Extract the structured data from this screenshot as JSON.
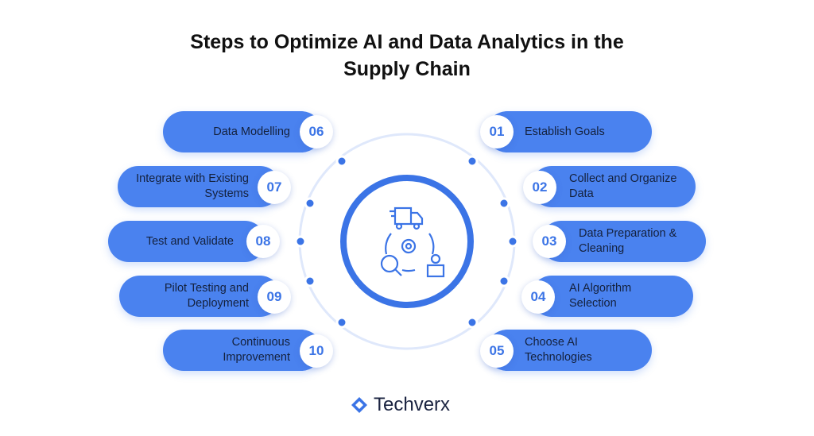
{
  "title_line1": "Steps to Optimize AI and Data Analytics in the",
  "title_line2": "Supply Chain",
  "steps": [
    {
      "num": "01",
      "label": "Establish Goals"
    },
    {
      "num": "02",
      "label": "Collect and Organize Data"
    },
    {
      "num": "03",
      "label": "Data Preparation & Cleaning"
    },
    {
      "num": "04",
      "label": "AI Algorithm Selection"
    },
    {
      "num": "05",
      "label": "Choose AI Technologies"
    },
    {
      "num": "06",
      "label": "Data Modelling"
    },
    {
      "num": "07",
      "label": "Integrate with Existing Systems"
    },
    {
      "num": "08",
      "label": "Test and Validate"
    },
    {
      "num": "09",
      "label": "Pilot Testing and Deployment"
    },
    {
      "num": "10",
      "label": "Continuous Improvement"
    }
  ],
  "center_icon": "supply-chain-cycle-icon",
  "logo": "Techverx",
  "colors": {
    "accent": "#4a82ef",
    "number": "#3b74e6"
  }
}
